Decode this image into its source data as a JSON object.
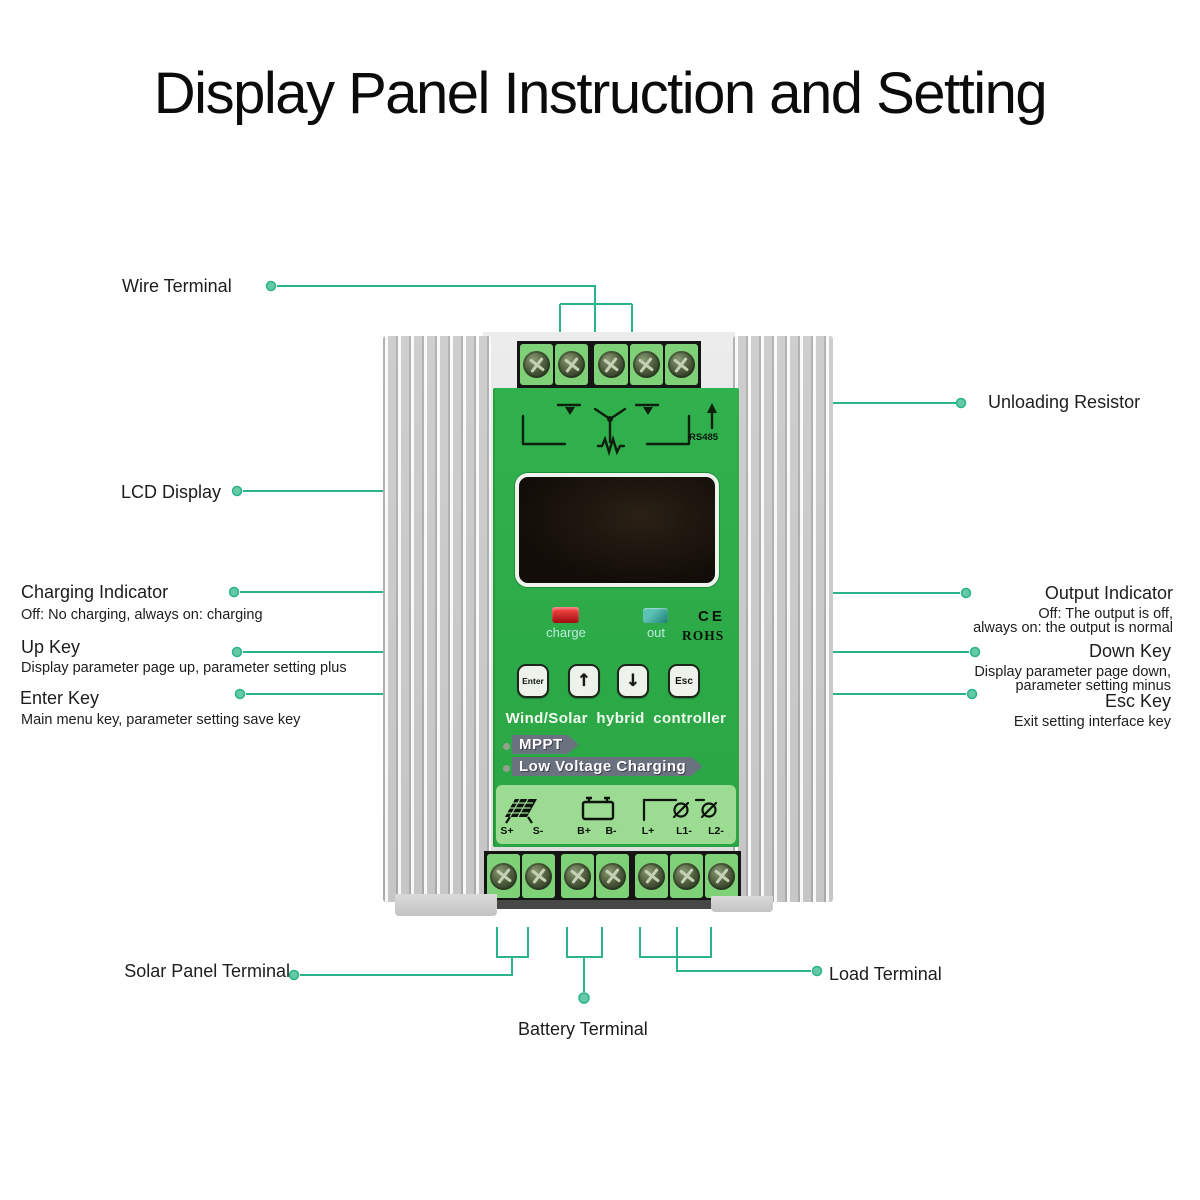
{
  "title": "Display Panel Instruction and Setting",
  "accent": "#2bb38c",
  "callouts": {
    "left": [
      {
        "label": "Wire Terminal"
      },
      {
        "label": "LCD Display"
      },
      {
        "label": "Charging Indicator",
        "sub": "Off: No charging, always on: charging"
      },
      {
        "label": "Up Key",
        "sub": "Display parameter page up, parameter setting plus"
      },
      {
        "label": "Enter Key",
        "sub": "Main menu key, parameter setting save key"
      }
    ],
    "right": [
      {
        "label": "Unloading Resistor"
      },
      {
        "label": "Output Indicator",
        "sub_lines": [
          "Off: The output is off,",
          "always on: the output is normal"
        ]
      },
      {
        "label": "Down Key",
        "sub_lines": [
          "Display parameter page down,",
          "parameter setting minus"
        ]
      },
      {
        "label": "Esc Key",
        "sub_lines": [
          "Exit setting interface key"
        ]
      }
    ],
    "bottom": [
      {
        "label": "Solar Panel Terminal"
      },
      {
        "label": "Battery Terminal"
      },
      {
        "label": "Load Terminal"
      }
    ]
  },
  "device": {
    "product_line": "Wind/Solar hybrid controller",
    "badges": [
      "MPPT",
      "Low Voltage Charging"
    ],
    "buttons": [
      "Enter",
      "↑",
      "↓",
      "Esc"
    ],
    "leds": [
      {
        "label": "charge"
      },
      {
        "label": "out"
      }
    ],
    "marks": {
      "ce": "CE",
      "rohs": "ROHS",
      "rs485": "RS485"
    },
    "terminal_labels": [
      "S+",
      "S-",
      "B+",
      "B-",
      "L+",
      "L1-",
      "L2-"
    ]
  }
}
